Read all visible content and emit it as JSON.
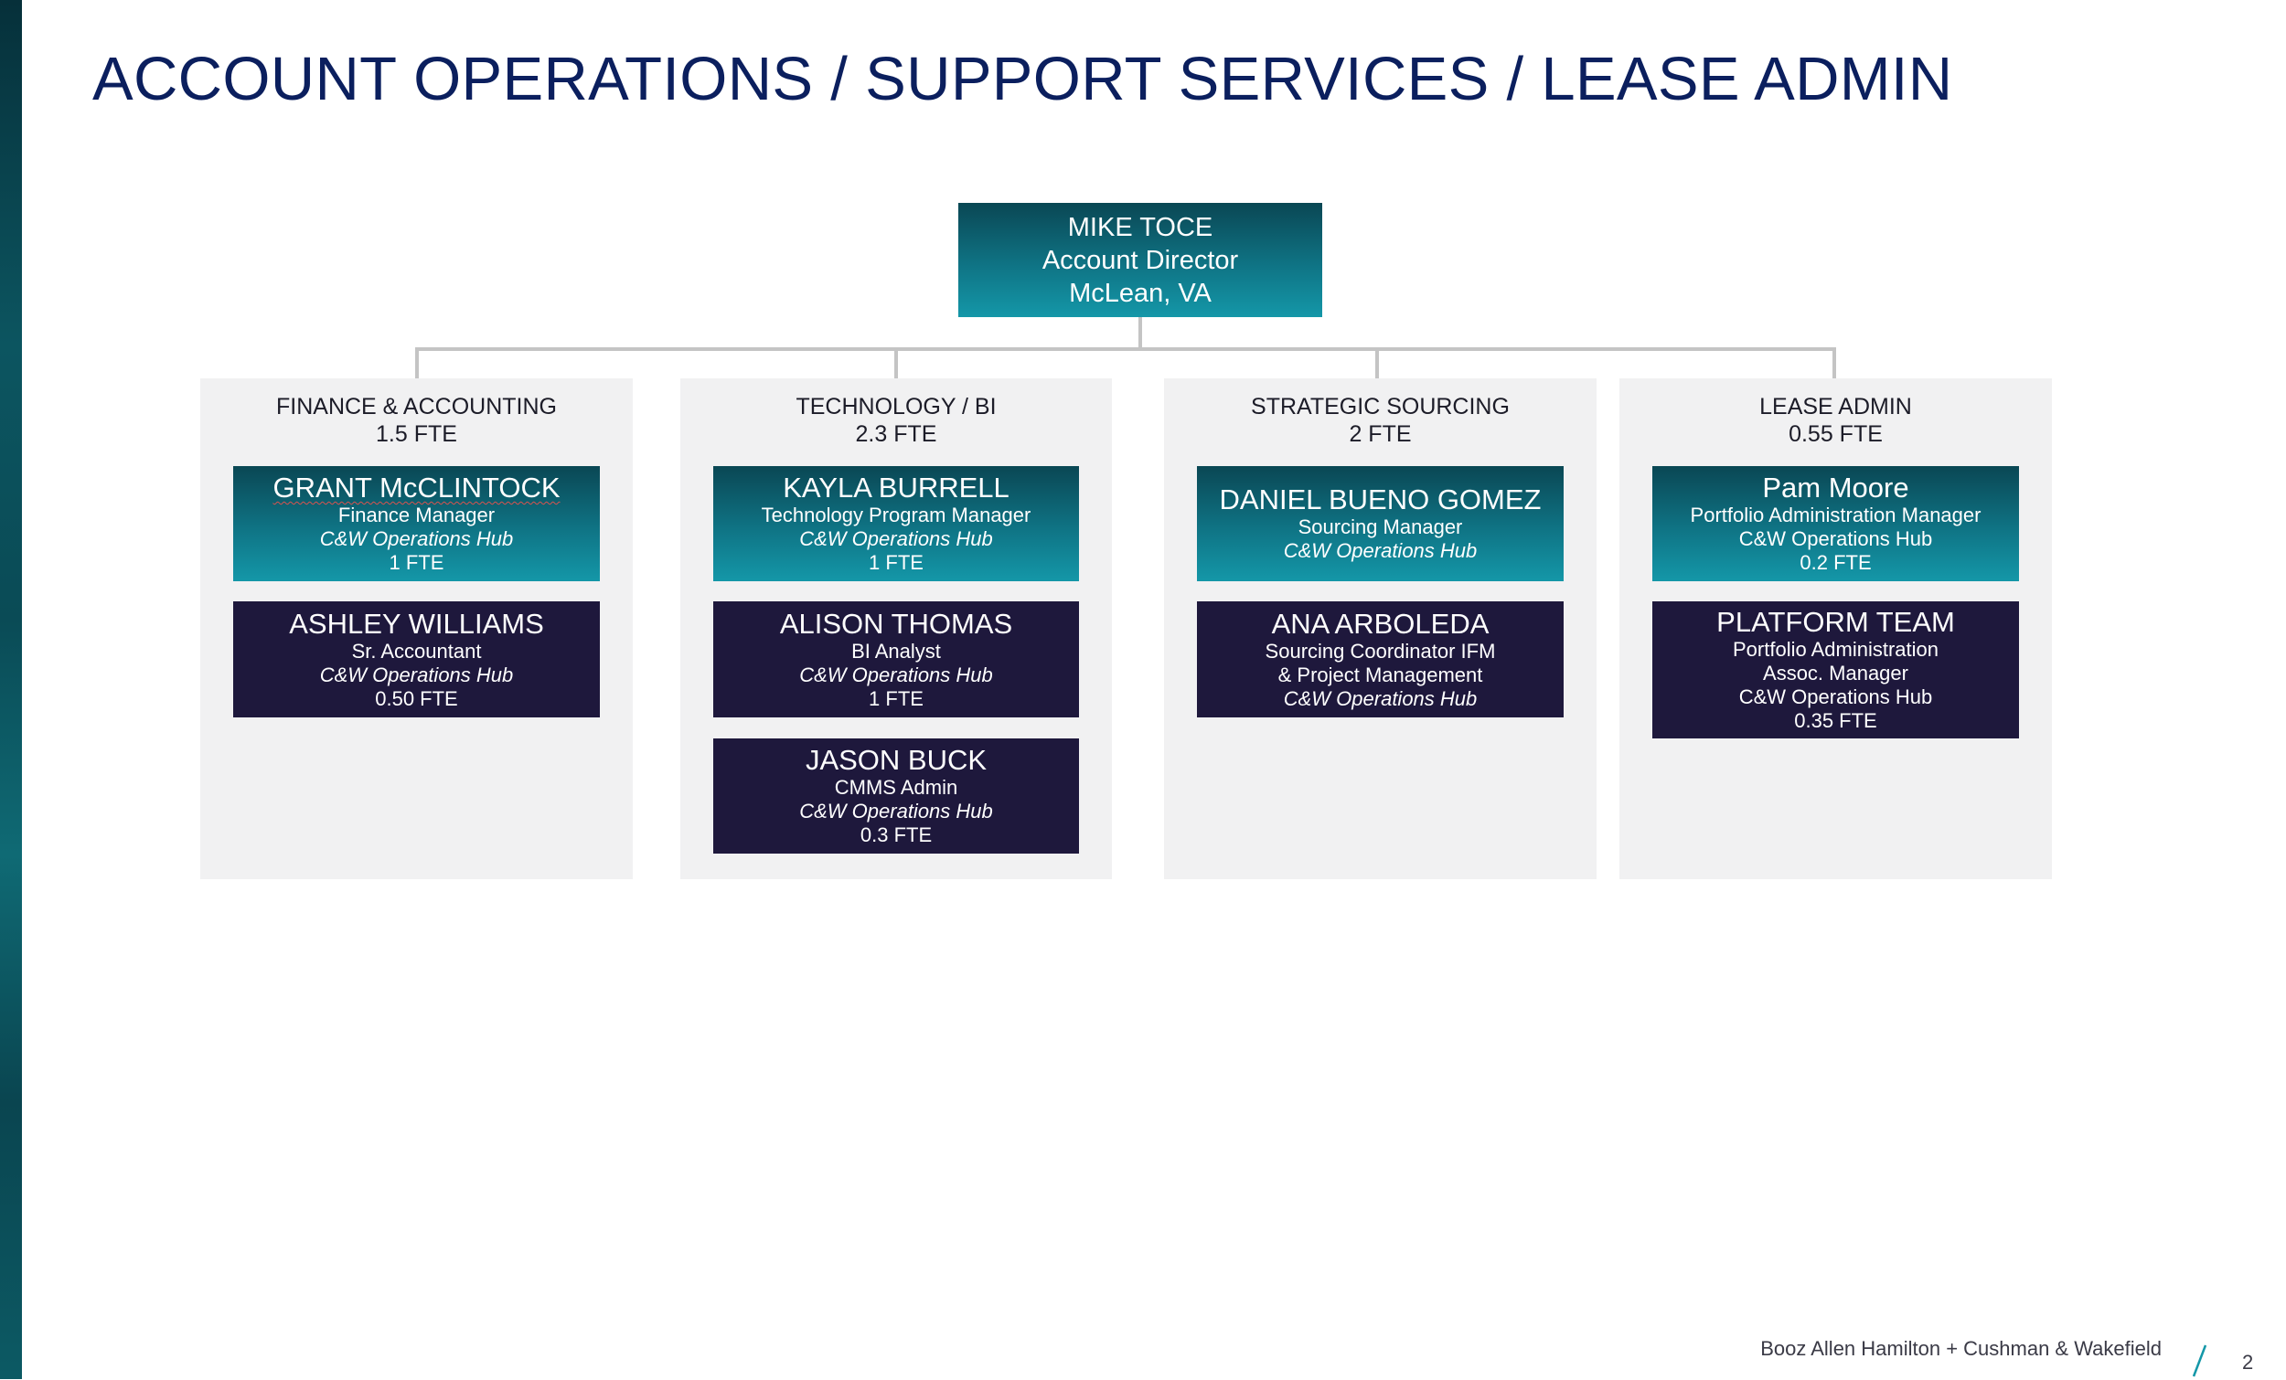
{
  "title": "ACCOUNT OPERATIONS / SUPPORT SERVICES / LEASE ADMIN",
  "top": {
    "name": "MIKE TOCE",
    "role": "Account Director",
    "location": "McLean, VA"
  },
  "departments": [
    {
      "name": "FINANCE & ACCOUNTING",
      "fte": "1.5 FTE",
      "people": [
        {
          "name": "GRANT McCLINTOCK",
          "role": "Finance Manager",
          "hub": "C&W Operations Hub",
          "fte": "1 FTE"
        },
        {
          "name": "ASHLEY WILLIAMS",
          "role": "Sr. Accountant",
          "hub": "C&W Operations Hub",
          "fte": "0.50 FTE"
        }
      ]
    },
    {
      "name": "TECHNOLOGY / BI",
      "fte": "2.3 FTE",
      "people": [
        {
          "name": "KAYLA BURRELL",
          "role": "Technology Program Manager",
          "hub": "C&W Operations Hub",
          "fte": "1 FTE"
        },
        {
          "name": "ALISON THOMAS",
          "role": "BI Analyst",
          "hub": "C&W Operations Hub",
          "fte": "1 FTE"
        },
        {
          "name": "JASON BUCK",
          "role": "CMMS Admin",
          "hub": "C&W Operations Hub",
          "fte": "0.3 FTE"
        }
      ]
    },
    {
      "name": "STRATEGIC SOURCING",
      "fte": "2 FTE",
      "people": [
        {
          "name": "DANIEL BUENO GOMEZ",
          "role": "Sourcing Manager",
          "hub": "C&W Operations Hub"
        },
        {
          "name": "ANA ARBOLEDA",
          "role_line1": "Sourcing Coordinator IFM",
          "role_line2": "& Project Management",
          "hub": "C&W Operations Hub"
        }
      ]
    },
    {
      "name": "LEASE ADMIN",
      "fte": "0.55 FTE",
      "people": [
        {
          "name": "Pam Moore",
          "role": "Portfolio Administration Manager",
          "hub": "C&W Operations Hub",
          "fte": "0.2 FTE"
        },
        {
          "name": "PLATFORM TEAM",
          "role_line1": "Portfolio Administration",
          "role_line2": "Assoc. Manager",
          "hub": "C&W Operations Hub",
          "fte": "0.35 FTE"
        }
      ]
    }
  ],
  "footer": {
    "text": "Booz Allen Hamilton + Cushman & Wakefield",
    "page": "2"
  },
  "colors": {
    "title": "#0b1f5e",
    "teal_card": "#0f7485",
    "navy_card": "#1e183c",
    "panel": "#f1f1f2",
    "connector": "#c4c4c4",
    "side_strip": "#0a4b56",
    "accent_slash": "#1497a8"
  }
}
